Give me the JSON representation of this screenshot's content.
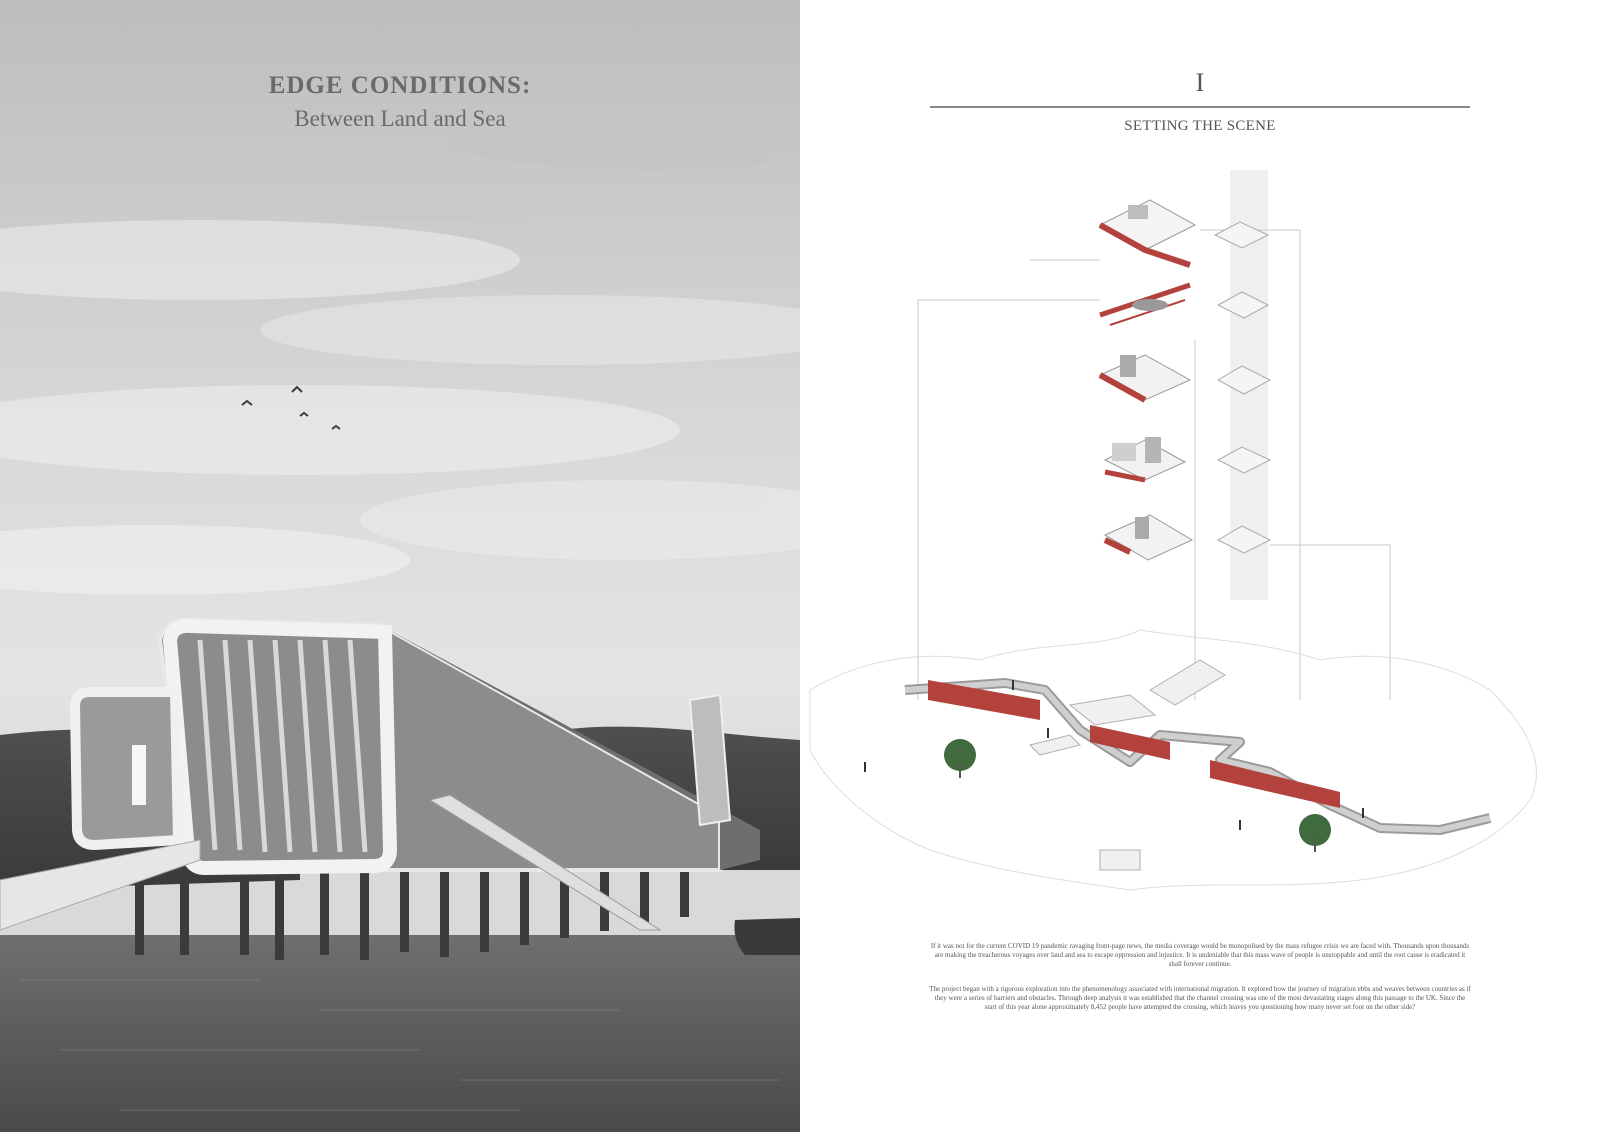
{
  "cover": {
    "title": "EDGE CONDITIONS:",
    "subtitle": "Between Land and Sea"
  },
  "chapter": {
    "number": "I",
    "title": "SETTING THE SCENE"
  },
  "text": {
    "paragraph1": "If it was not for the current COVID 19 pandemic ravaging front-page news, the media coverage would be monopolised by the mass refugee crisis we are faced with. Thousands upon thousands are making the treacherous voyages over land and sea to escape oppression and injustice. It is undeniable that this mass wave of people is unstoppable and until the root cause is eradicated it shall forever continue.",
    "paragraph2": "The project began with a rigorous exploration into the phenomenology associated with international migration. It explored how the journey of migration ebbs and weaves between countries as if they were a series of barriers and obstacles. Through deep analysis it was established that the channel crossing was one of the most devastating stages along this passage to the UK. Since the start of this year alone approximately 8,452 people have attempted the crossing, which leaves you questioning how many never set foot on the other side?"
  },
  "colors": {
    "accent_red": "#b3423c",
    "ink": "#555555",
    "rule": "#8a8a8a"
  }
}
